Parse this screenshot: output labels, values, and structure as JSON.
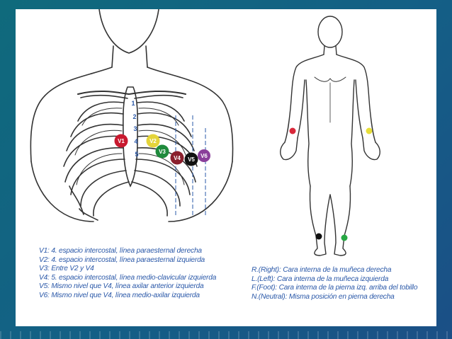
{
  "intercostal_numbers": [
    "1",
    "2",
    "3",
    "4",
    "5"
  ],
  "leads": [
    {
      "label": "V1",
      "color": "#c8192f"
    },
    {
      "label": "V2",
      "color": "#e4d43a"
    },
    {
      "label": "V3",
      "color": "#1f8a3c"
    },
    {
      "label": "V4",
      "color": "#8a1f2c"
    },
    {
      "label": "V5",
      "color": "#111111"
    },
    {
      "label": "V6",
      "color": "#8a3f9a"
    }
  ],
  "limb_electrodes": [
    {
      "name": "R",
      "color": "#d9283a"
    },
    {
      "name": "L",
      "color": "#e8df3a"
    },
    {
      "name": "F",
      "color": "#27a844"
    },
    {
      "name": "N",
      "color": "#111111"
    }
  ],
  "legend_left": [
    "V1: 4. espacio intercostal, línea paraesternal derecha",
    "V2: 4. espacio intercostal, línea paraesternal izquierda",
    "V3: Entre V2 y V4",
    "V4: 5. espacio intercostal, línea medio-clavicular izquierda",
    "V5: Mismo nivel que V4, línea axilar anterior izquierda",
    "V6: Mismo nivel que V4, línea medio-axilar izquierda"
  ],
  "legend_right": [
    "R.(Right): Cara interna de la muñeca derecha",
    "L.(Left): Cara interna de la muñeca izquierda",
    "F.(Foot): Cara interna de la pierna izq. arriba del tobillo",
    "N.(Neutral): Misma posición en pierna derecha"
  ],
  "colors": {
    "text": "#2a58a8",
    "line": "#3a3a3a",
    "guide": "#2a58a8"
  }
}
